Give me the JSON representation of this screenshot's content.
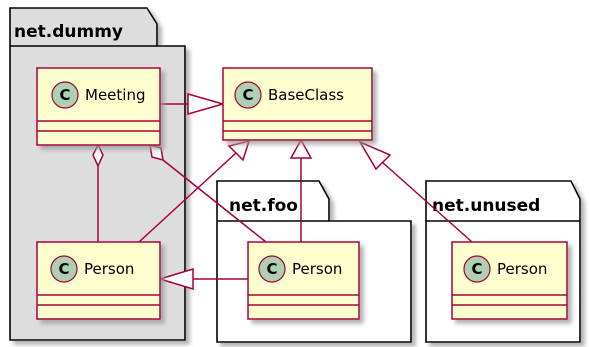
{
  "diagram": {
    "packages": [
      {
        "id": "dummy",
        "title": "net.dummy"
      },
      {
        "id": "foo",
        "title": "net.foo"
      },
      {
        "id": "unused",
        "title": "net.unused"
      }
    ],
    "classes": [
      {
        "id": "meeting",
        "badge": "C",
        "name": "Meeting"
      },
      {
        "id": "baseclass",
        "badge": "C",
        "name": "BaseClass"
      },
      {
        "id": "dummy-person",
        "badge": "C",
        "name": "Person"
      },
      {
        "id": "foo-person",
        "badge": "C",
        "name": "Person"
      },
      {
        "id": "unused-person",
        "badge": "C",
        "name": "Person"
      }
    ],
    "relations": [
      {
        "from": "meeting",
        "to": "baseclass",
        "type": "inheritance"
      },
      {
        "from": "dummy-person",
        "to": "baseclass",
        "type": "inheritance"
      },
      {
        "from": "foo-person",
        "to": "baseclass",
        "type": "inheritance"
      },
      {
        "from": "unused-person",
        "to": "baseclass",
        "type": "inheritance"
      },
      {
        "from": "foo-person",
        "to": "dummy-person",
        "type": "inheritance"
      },
      {
        "from": "meeting",
        "to": "dummy-person",
        "type": "aggregation"
      },
      {
        "from": "meeting",
        "to": "foo-person",
        "type": "aggregation"
      }
    ],
    "colors": {
      "package_dummy_fill": "#dddddd",
      "package_fill": "#ffffff",
      "class_fill": "#fefece",
      "class_border": "#a80036",
      "badge_fill": "#add1b2",
      "shadow": "#b5b5b5"
    }
  }
}
